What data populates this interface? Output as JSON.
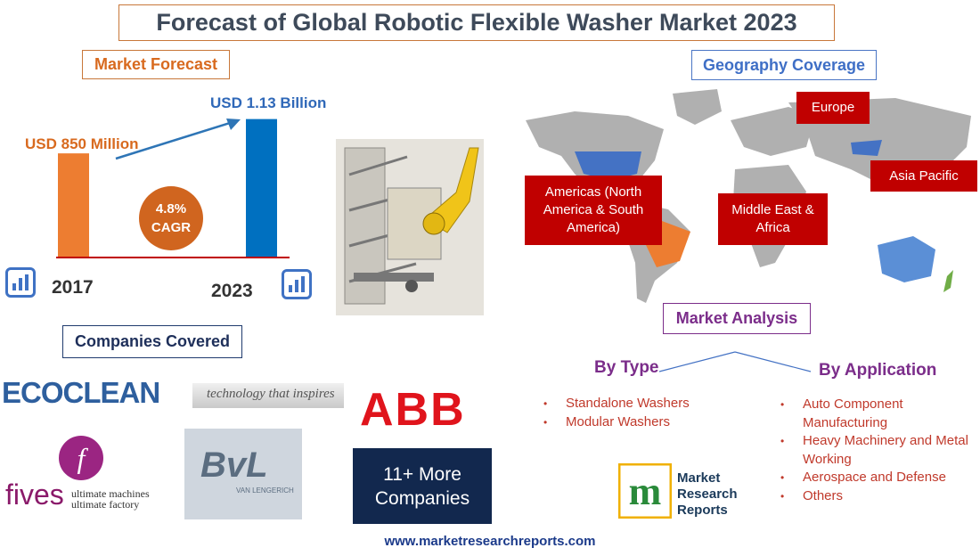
{
  "title": "Forecast of Global Robotic Flexible Washer Market 2023",
  "market_forecast": {
    "label": "Market Forecast",
    "start_value": "USD 850 Million",
    "end_value": "USD 1.13 Billion",
    "cagr_value": "4.8%",
    "cagr_label": "CAGR",
    "start_year": "2017",
    "end_year": "2023"
  },
  "chart_data": {
    "type": "bar",
    "categories": [
      "2017",
      "2023"
    ],
    "values": [
      850,
      1130
    ],
    "title": "",
    "ylabel": "",
    "ylim": [
      0,
      1200
    ]
  },
  "geography": {
    "label": "Geography Coverage",
    "regions": {
      "americas": "Americas (North America & South America)",
      "europe": "Europe",
      "asia_pacific": "Asia Pacific",
      "middle_east": "Middle East & Africa"
    }
  },
  "companies": {
    "label": "Companies Covered",
    "ecoclean_name": "ECOCLEAN",
    "ecoclean_tagline": "technology that inspires",
    "abb": "ABB",
    "fives_name": "fives",
    "fives_tagline_1": "ultimate machines",
    "fives_tagline_2": "ultimate factory",
    "bvl_name": "BvL",
    "bvl_sub": "VAN LENGERICH",
    "more_1": "11+ More",
    "more_2": "Companies"
  },
  "analysis": {
    "label": "Market Analysis",
    "by_type": {
      "heading": "By Type",
      "items": [
        "Standalone Washers",
        "Modular Washers"
      ]
    },
    "by_application": {
      "heading": "By Application",
      "items": [
        "Auto Component Manufacturing",
        "Heavy Machinery and Metal Working",
        "Aerospace and Defense",
        "Others"
      ]
    }
  },
  "mrr_logo": {
    "line1": "Market",
    "line2": "Research",
    "line3": "Reports"
  },
  "website": "www.marketresearchreports.com",
  "colors": {
    "orange": "#ed7d31",
    "blue": "#0070c0",
    "region_red": "#c00000",
    "purple": "#7b2d8a"
  }
}
